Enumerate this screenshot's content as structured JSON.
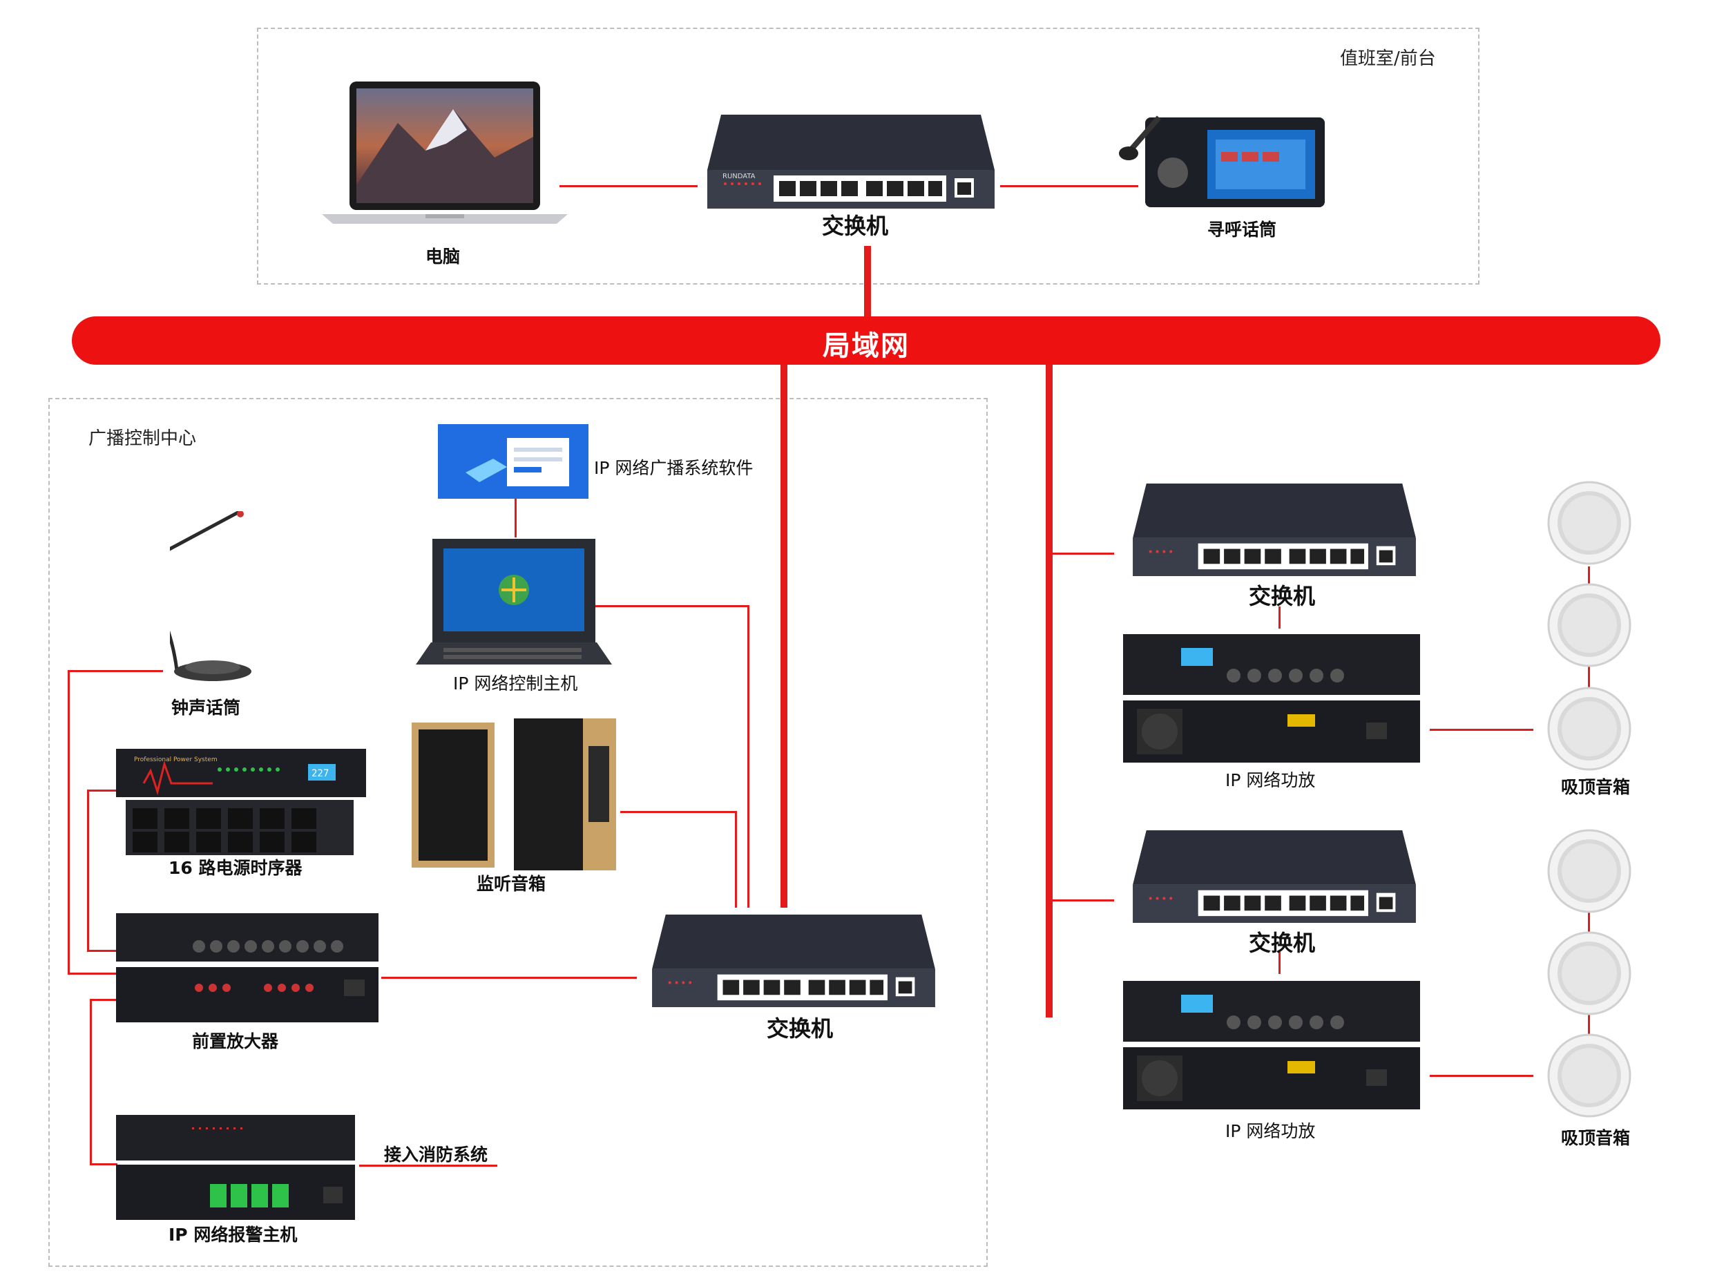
{
  "regions": {
    "duty_room": "值班室/前台",
    "control_center": "广播控制中心"
  },
  "lan": {
    "label": "局域网"
  },
  "labels": {
    "computer": "电脑",
    "switch_top": "交换机",
    "paging_mic": "寻呼话筒",
    "ip_software": "IP 网络广播系统软件",
    "chime_mic": "钟声话筒",
    "ip_control_host": "IP 网络控制主机",
    "power_sequencer": "16 路电源时序器",
    "monitor_speakers": "监听音箱",
    "preamp": "前置放大器",
    "switch_center": "交换机",
    "fire_system": "接入消防系统",
    "alarm_host": "IP 网络报警主机",
    "switch_right_1": "交换机",
    "amp_right_1": "IP 网络功放",
    "ceiling_1": "吸顶音箱",
    "switch_right_2": "交换机",
    "amp_right_2": "IP 网络功放",
    "ceiling_2": "吸顶音箱"
  },
  "device_text": {
    "switch_brand": "RUNDATA",
    "sequencer_panel": "Professional Power System",
    "sequencer_display": "227"
  },
  "colors": {
    "link": "#e31b1b",
    "lan_bar": "#ee1111",
    "device_body": "#2c2f3a",
    "region_border": "#bdbdbd"
  }
}
